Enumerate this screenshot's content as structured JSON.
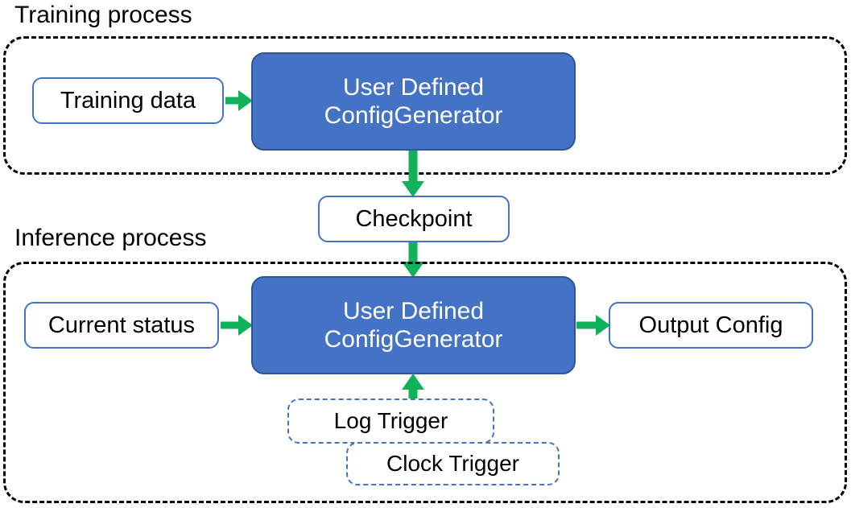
{
  "diagram": {
    "title_training": "Training process",
    "title_inference": "Inference process",
    "colors": {
      "process_fill": "#4472C4",
      "process_border": "#2F5597",
      "node_border": "#4472C4",
      "arrow": "#0FB259",
      "section_border": "#000000",
      "text_dark": "#000000",
      "text_light": "#FFFFFF"
    }
  },
  "training": {
    "label": "Training process",
    "input": {
      "label": "Training data"
    },
    "process": {
      "line1": "User Defined",
      "line2": "ConfigGenerator"
    }
  },
  "checkpoint": {
    "label": "Checkpoint"
  },
  "inference": {
    "label": "Inference process",
    "input": {
      "label": "Current status"
    },
    "process": {
      "line1": "User Defined",
      "line2": "ConfigGenerator"
    },
    "output": {
      "label": "Output Config"
    },
    "triggers": [
      {
        "label": "Log Trigger"
      },
      {
        "label": "Clock Trigger"
      }
    ]
  },
  "arrows": [
    {
      "name": "training-data-to-process",
      "direction": "right"
    },
    {
      "name": "training-process-to-checkpoint",
      "direction": "down"
    },
    {
      "name": "checkpoint-to-inference-process",
      "direction": "down"
    },
    {
      "name": "current-status-to-process",
      "direction": "right"
    },
    {
      "name": "process-to-output-config",
      "direction": "right"
    },
    {
      "name": "triggers-to-process",
      "direction": "up"
    }
  ]
}
